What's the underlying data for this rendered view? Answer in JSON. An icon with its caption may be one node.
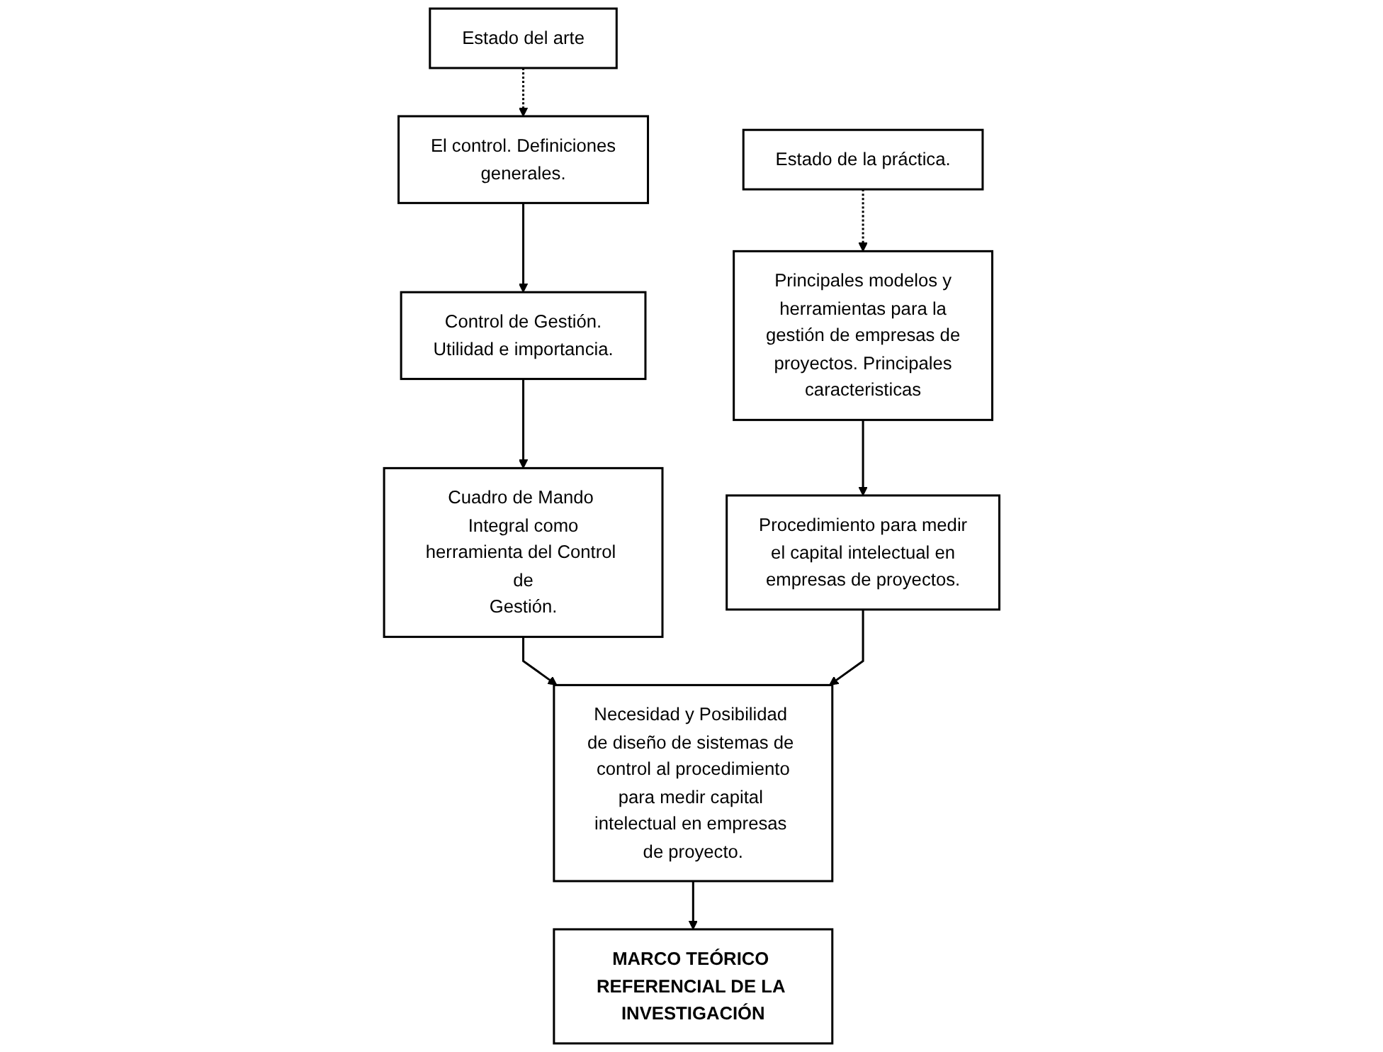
{
  "diagram": {
    "nodes": [
      {
        "text": [
          "Estado del arte"
        ]
      },
      {
        "text": [
          "El control. Definiciones generales."
        ]
      },
      {
        "text": [
          "Control de Gestión.",
          "Utilidad e importancia."
        ]
      },
      {
        "text": [
          "Cuadro de Mando Integral como herramienta del Control de Gestión."
        ]
      },
      {
        "text": [
          "Estado de la práctica."
        ]
      },
      {
        "text": [
          "Principales modelos y herramientas para la gestión de empresas de proyectos. Principales caracteristicas"
        ]
      },
      {
        "text": [
          "Procedimiento para medir el capital intelectual en empresas de proyectos."
        ]
      },
      {
        "text": [
          "Necesidad y Posibilidad de diseño de sistemas de control al procedimiento para medir capital intelectual en empresas de proyecto."
        ]
      },
      {
        "text": [
          "MARCO TEÓRICO REFERENCIAL DE LA INVESTIGACIÓN"
        ]
      }
    ],
    "edges": [
      {
        "from": 0,
        "to": 1,
        "arrow": "to",
        "style": "dashed"
      },
      {
        "from": 1,
        "to": 2,
        "arrow": "to"
      },
      {
        "from": 2,
        "to": 3,
        "arrow": "to"
      },
      {
        "from": 3,
        "to": 7,
        "arrow": "to"
      },
      {
        "from": 4,
        "to": 5,
        "arrow": "to",
        "style": "dashed"
      },
      {
        "from": 5,
        "to": 6,
        "arrow": "to"
      },
      {
        "from": 6,
        "to": 7,
        "arrow": "to"
      },
      {
        "from": 7,
        "to": 8,
        "arrow": "to"
      }
    ]
  }
}
